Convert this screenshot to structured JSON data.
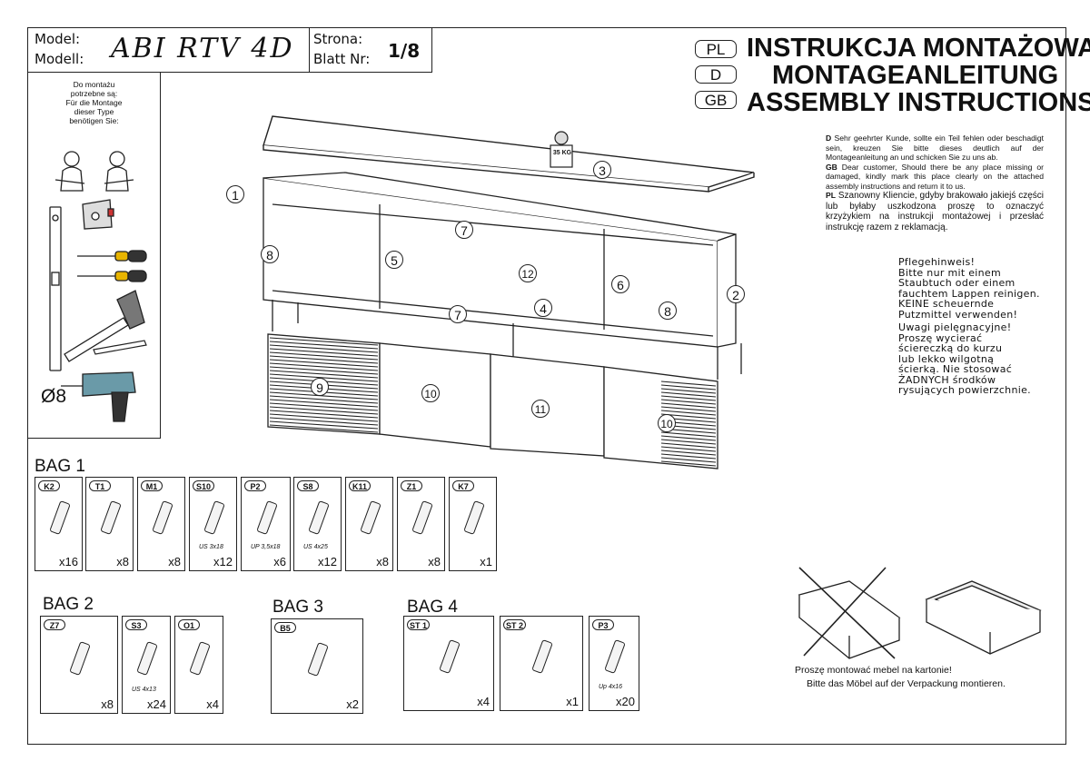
{
  "header": {
    "model_label_1": "Model:",
    "model_label_2": "Modell:",
    "model_name": "ABI RTV 4D",
    "page_label_1": "Strona:",
    "page_label_2": "Blatt Nr:",
    "page_number": "1/8"
  },
  "titles": [
    {
      "lang": "PL",
      "text": "INSTRUKCJA MONTAŻOWA"
    },
    {
      "lang": "D",
      "text": "MONTAGEANLEITUNG"
    },
    {
      "lang": "GB",
      "text": "ASSEMBLY INSTRUCTIONS"
    }
  ],
  "tools": {
    "lines": [
      "Do montażu",
      "potrzebne są:",
      "Für die Montage",
      "dieser Type",
      "benötigen Sie:"
    ],
    "drill_size": "Ø8"
  },
  "notes": {
    "missing_d_code": "D",
    "missing_d": " Sehr geehrter Kunde, sollte ein Teil fehlen oder beschadigt sein, kreuzen Sie bitte dieses deutlich auf der Montageanleitung an und schicken Sie zu uns ab.",
    "missing_gb_code": "GB",
    "missing_gb": " Dear customer, Should there be any place missing or damaged, kindly mark this place clearly on the attached assembly instructions and return it to us.",
    "missing_pl_code": "PL",
    "missing_pl": " Szanowny Kliencie, gdyby brakowało jakiejś części lub byłaby uszkodzona proszę to oznaczyć krzyżykiem na instrukcji montażowej i przesłać instrukcję razem z reklamacją.",
    "care_d": [
      "Pflegehinweis!",
      "Bitte nur mit einem",
      "Staubtuch oder einem",
      "fauchtem Lappen reinigen.",
      "KEINE scheuernde",
      "Putzmittel verwenden!"
    ],
    "care_pl": [
      "Uwagi pielęgnacyjne!",
      "Proszę wycierać",
      "ściereczką do kurzu",
      "lub lekko wilgotną",
      "ścierką. Nie stosować",
      "ŻADNYCH środków",
      "rysujących powierzchnie."
    ],
    "floor_pl": "Proszę montować mebel na kartonie!",
    "floor_d": "Bitte das Möbel auf der Verpackung montieren."
  },
  "weight_label": "35 KG",
  "callouts": [
    "1",
    "2",
    "3",
    "4",
    "5",
    "6",
    "7",
    "7",
    "8",
    "8",
    "9",
    "10",
    "10",
    "11",
    "12"
  ],
  "bags": [
    {
      "title": "BAG 1",
      "parts": [
        {
          "code": "K2",
          "qty": "x16",
          "size": ""
        },
        {
          "code": "T1",
          "qty": "x8",
          "size": ""
        },
        {
          "code": "M1",
          "qty": "x8",
          "size": ""
        },
        {
          "code": "S10",
          "qty": "x12",
          "size": "US 3x18"
        },
        {
          "code": "P2",
          "qty": "x6",
          "size": "UP 3,5x18"
        },
        {
          "code": "S8",
          "qty": "x12",
          "size": "US 4x25"
        },
        {
          "code": "K11",
          "qty": "x8",
          "size": ""
        },
        {
          "code": "Z1",
          "qty": "x8",
          "size": ""
        },
        {
          "code": "K7",
          "qty": "x1",
          "size": ""
        }
      ]
    },
    {
      "title": "BAG 2",
      "parts": [
        {
          "code": "Z7",
          "qty": "x8",
          "size": ""
        },
        {
          "code": "S3",
          "qty": "x24",
          "size": "US 4x13"
        },
        {
          "code": "O1",
          "qty": "x4",
          "size": ""
        }
      ]
    },
    {
      "title": "BAG 3",
      "parts": [
        {
          "code": "B5",
          "qty": "x2",
          "size": ""
        }
      ]
    },
    {
      "title": "BAG 4",
      "parts": [
        {
          "code": "ST 1",
          "qty": "x4",
          "size": ""
        },
        {
          "code": "ST 2",
          "qty": "x1",
          "size": ""
        },
        {
          "code": "P3",
          "qty": "x20",
          "size": "Up 4x16"
        }
      ]
    }
  ]
}
